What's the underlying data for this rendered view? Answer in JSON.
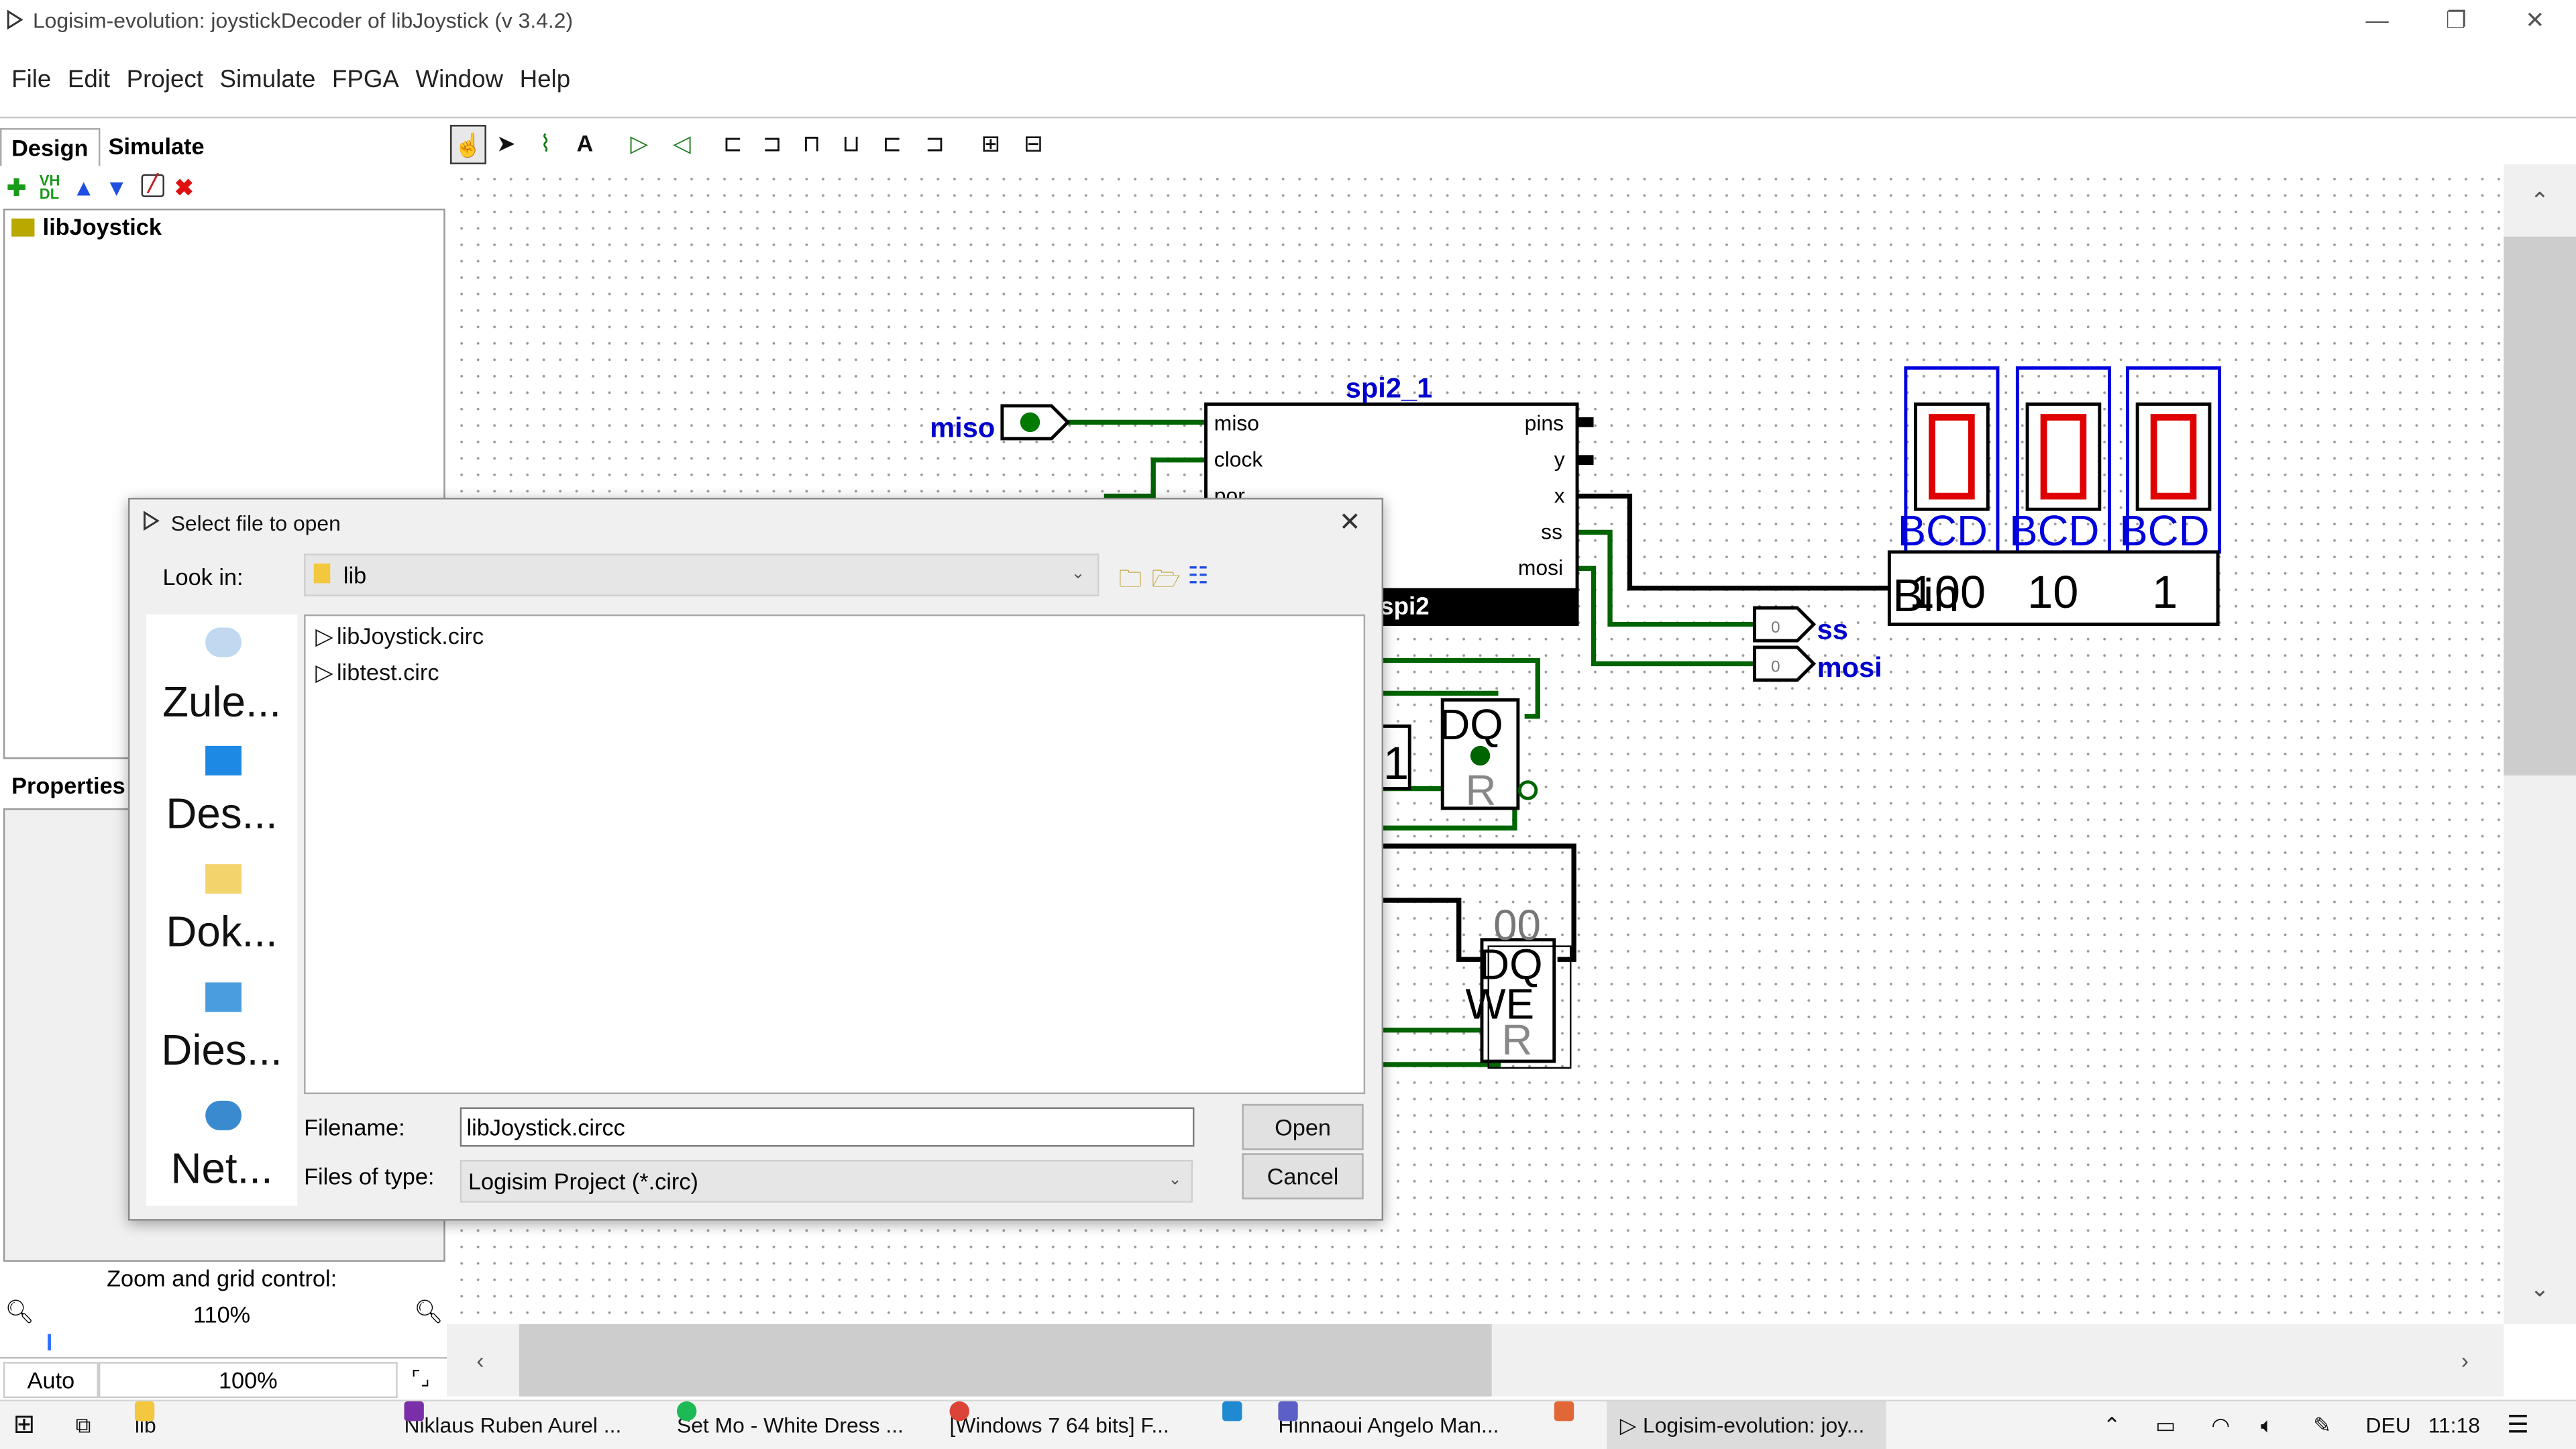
{
  "window": {
    "title": "Logisim-evolution: joystickDecoder of libJoystick (v 3.4.2)",
    "minimize": "—",
    "maximize": "❐",
    "close": "✕"
  },
  "menu": [
    "File",
    "Edit",
    "Project",
    "Simulate",
    "FPGA",
    "Window",
    "Help"
  ],
  "left_panel": {
    "tabs": [
      "Design",
      "Simulate"
    ],
    "tree_root": "libJoystick",
    "properties_label": "Properties",
    "zoom_label": "Zoom and grid control:",
    "zoom_value": "110%",
    "auto_label": "Auto",
    "percent_label": "100%"
  },
  "canvas": {
    "miso_label": "miso",
    "component_name": "spi2_1",
    "component_type": "spi2",
    "ports_left": [
      "miso",
      "clock",
      "por"
    ],
    "ports_right": [
      "pins",
      "y",
      "x",
      "ss",
      "mosi"
    ],
    "pin_ss": "ss",
    "pin_mosi": "mosi",
    "digit_display": [
      "0",
      "0",
      "0"
    ],
    "bcd_labels": [
      "BCD",
      "BCD",
      "BCD"
    ],
    "bin_label": "Bin",
    "bin_outputs": [
      "100",
      "10",
      "1"
    ],
    "constant_one": "1",
    "ff_dq": "DQ",
    "ff_r": "R",
    "reg_value": "00",
    "reg_we": "WE",
    "pin_zero": "0"
  },
  "dialog": {
    "title": "Select file to open",
    "look_in_label": "Look in:",
    "look_in_value": "lib",
    "places": [
      "Zule...",
      "Des...",
      "Dok...",
      "Dies...",
      "Net..."
    ],
    "files": [
      "libJoystick.circ",
      "libtest.circ"
    ],
    "filename_label": "Filename:",
    "filename_value": "libJoystick.circc",
    "filetype_label": "Files of type:",
    "filetype_value": "Logisim Project (*.circ)",
    "open_button": "Open",
    "cancel_button": "Cancel"
  },
  "taskbar": {
    "apps": [
      "lib",
      "Niklaus Ruben Aurel ...",
      "Set Mo - White Dress ...",
      "[Windows 7 64 bits] F...",
      "Hinnaoui Angelo Man...",
      "Logisim-evolution: joy..."
    ],
    "language": "DEU",
    "time": "11:18"
  },
  "colors": {
    "wire_green": "#006400",
    "label_blue": "#0000cc",
    "segment_red": "#e00000",
    "accent": "#2a6ad2"
  }
}
